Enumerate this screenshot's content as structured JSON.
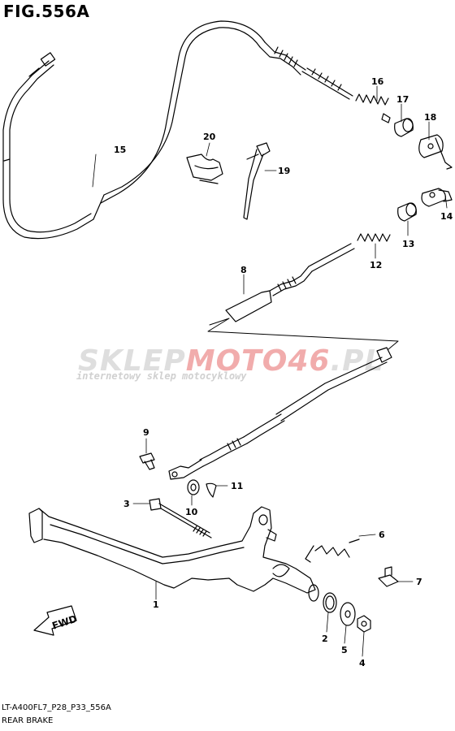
{
  "figure_title": "FIG.556A",
  "watermark": {
    "brand_gray": "SKLEP",
    "brand_red": "MOTO46",
    "brand_tld": ".PL",
    "subtitle": "internetowy sklep motocyklowy"
  },
  "footer": {
    "code": "LT-A400FL7_P28_P33_556A",
    "name": "REAR BRAKE"
  },
  "fwd_label": "FWD",
  "callouts": [
    "1",
    "2",
    "3",
    "4",
    "5",
    "6",
    "7",
    "8",
    "9",
    "10",
    "11",
    "12",
    "13",
    "14",
    "15",
    "16",
    "17",
    "18",
    "19",
    "20"
  ],
  "colors": {
    "line": "#000000",
    "watermark_red": "#e14646",
    "watermark_gray": "#a0a0a0"
  }
}
